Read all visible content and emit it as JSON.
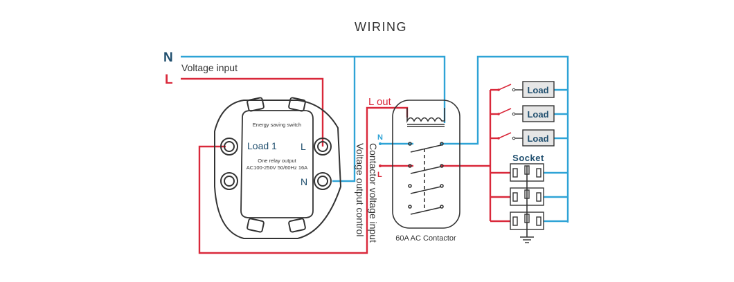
{
  "title": "WIRING",
  "colors": {
    "neutral": "#2ea3d6",
    "live": "#d9283a",
    "dark": "#333333",
    "label_navy": "#1f4e6e",
    "load_fill": "#e6e6e6"
  },
  "supply": {
    "neutral_label": "N",
    "live_label": "L",
    "voltage_input_label": "Voltage input"
  },
  "switch_device": {
    "title": "Energy saving switch",
    "load_label": "Load 1",
    "l_label": "L",
    "n_label": "N",
    "spec_line1": "One relay output",
    "spec_line2": "AC100-250V 50/60Hz 16A"
  },
  "contactor": {
    "lout_label": "L out",
    "n_label": "N",
    "l_label": "L",
    "caption": "60A AC Contactor",
    "vertical_label_1": "Contactor voltage input",
    "vertical_label_2": "Voltage output control"
  },
  "loads": {
    "items": [
      "Load",
      "Load",
      "Load"
    ],
    "socket_label": "Socket",
    "socket_count": 3
  }
}
